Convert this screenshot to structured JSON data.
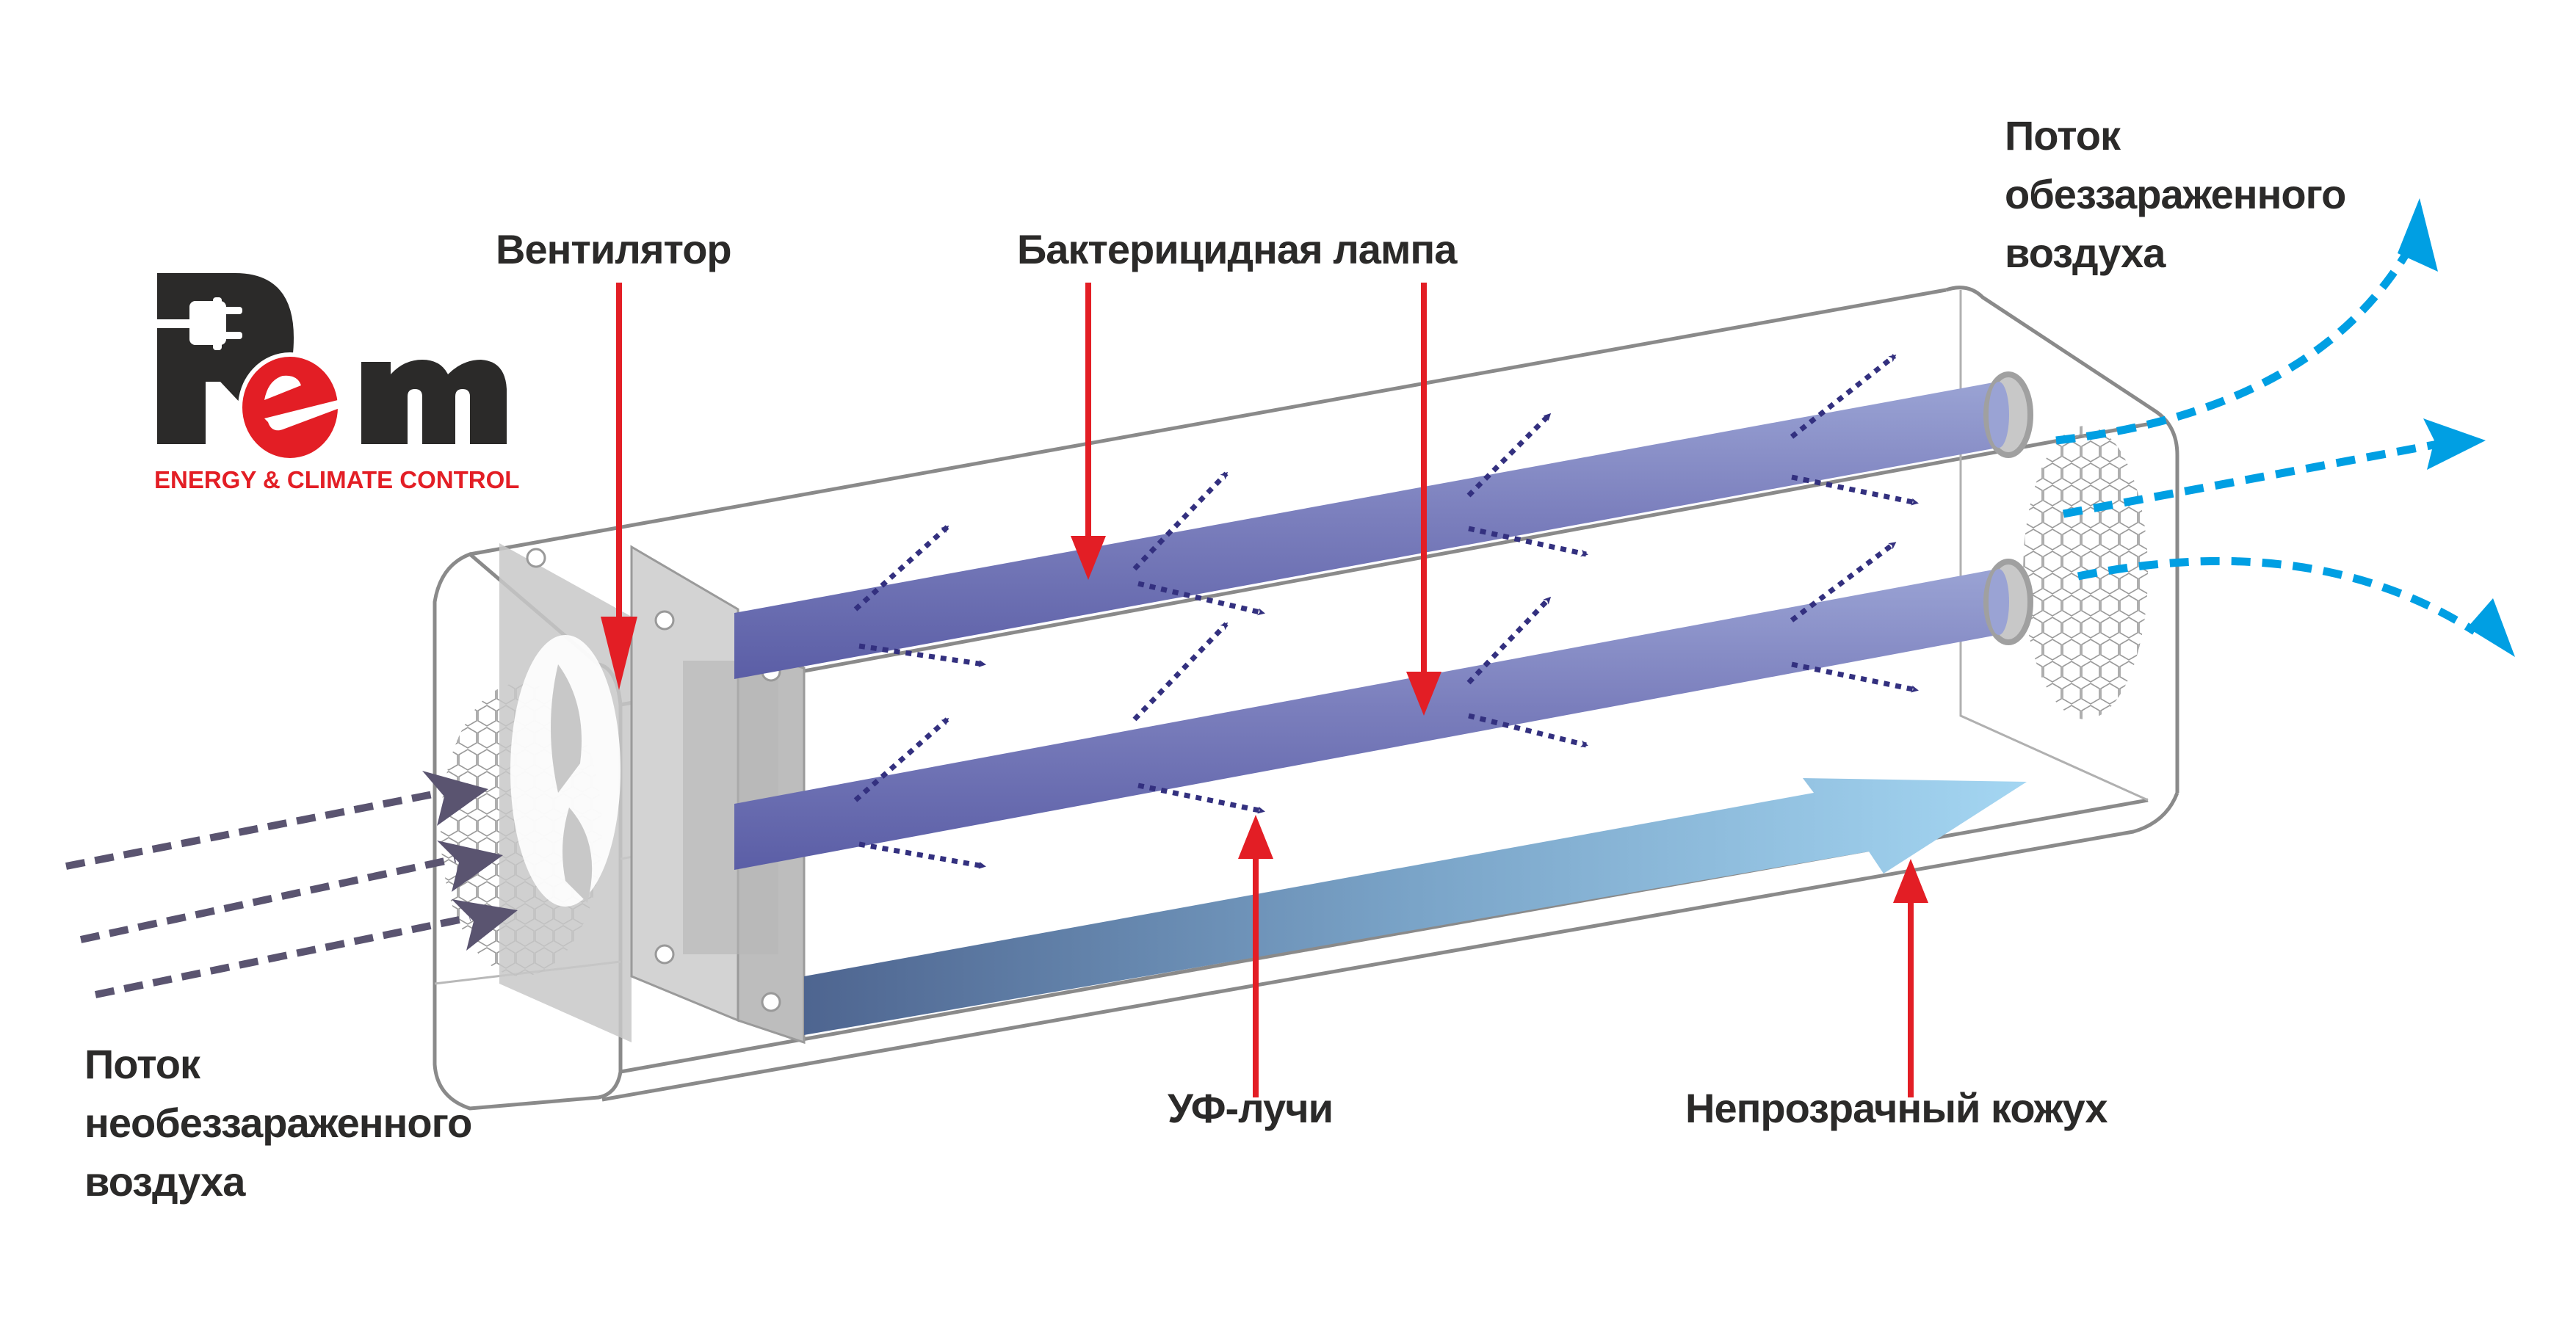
{
  "logo": {
    "mark": "Rem",
    "tagline": "ENERGY & CLIMATE CONTROL",
    "colors": {
      "dark": "#2b2a29",
      "red": "#e31e25"
    }
  },
  "labels": {
    "fan": "Вентилятор",
    "lamp": "Бактерицидная лампа",
    "uv_rays": "УФ-лучи",
    "housing": "Непрозрачный кожух",
    "clean_air": [
      "Поток",
      "обеззараженного",
      "воздуха"
    ],
    "dirty_air": [
      "Поток",
      "необеззараженного",
      "воздуха"
    ]
  },
  "icons": {
    "fan": "fan-icon",
    "uv_lamp": "uv-lamp-tube",
    "grille": "honeycomb-grille",
    "pointer": "red-pointer-arrow"
  },
  "colors": {
    "pointer_red": "#e31e25",
    "lamp_violet": "#7b7fbd",
    "uv_ray": "#33307f",
    "clean_air_blue": "#009fe3",
    "dirty_air": "#5a5470",
    "housing_line": "#8a8a8a",
    "airflow_gradient_start": "#4e6590",
    "airflow_gradient_end": "#a4d6f2"
  }
}
